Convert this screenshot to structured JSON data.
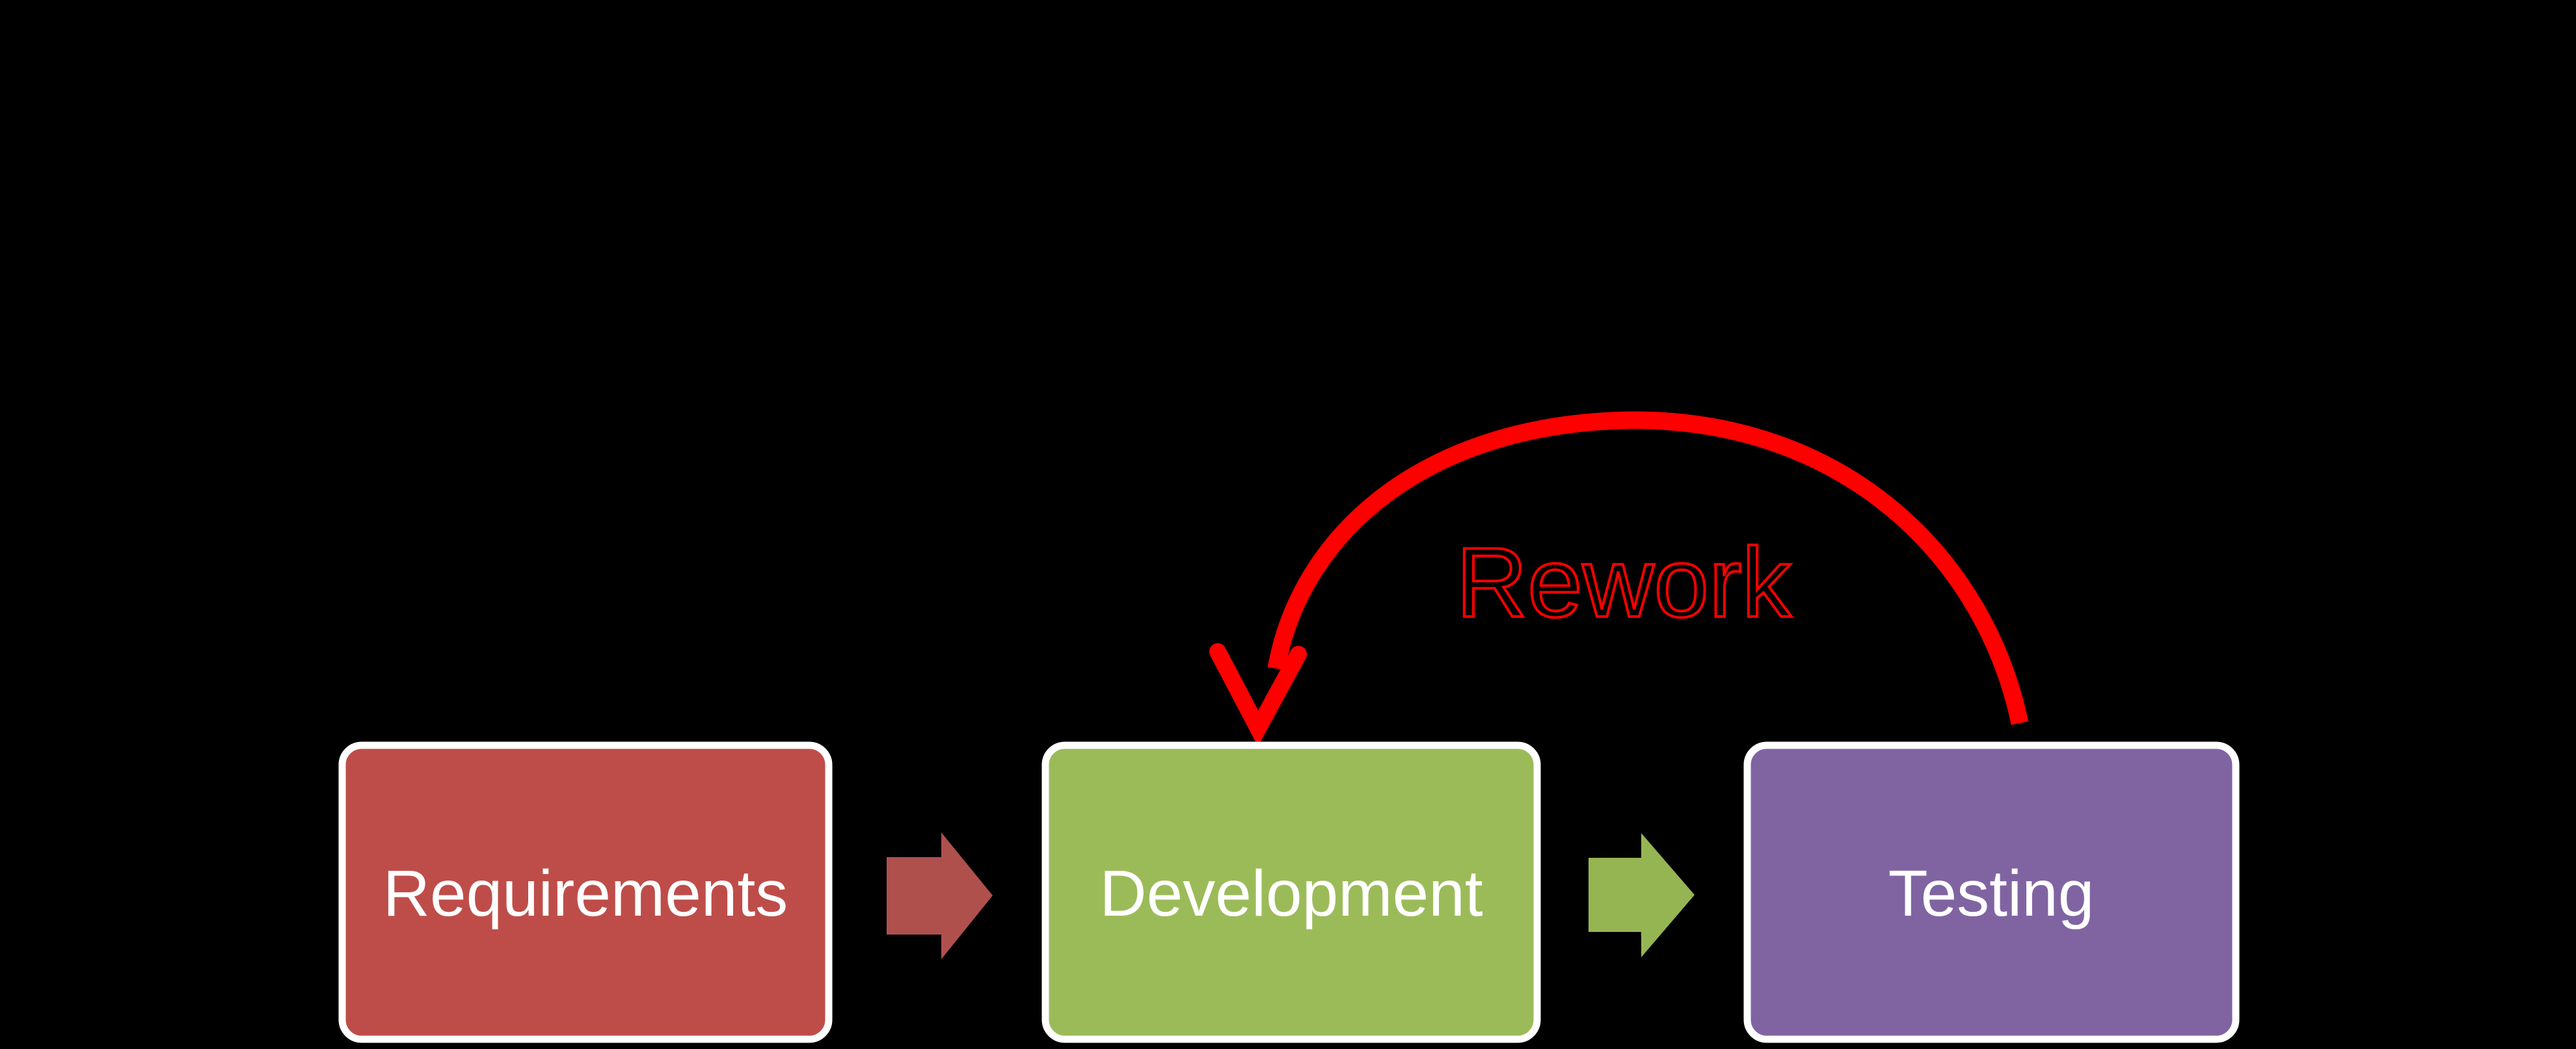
{
  "page": {
    "background": "#000000"
  },
  "diagram": {
    "border_color": "#FFFFFF",
    "label_color": "#FFFFFF",
    "nodes": [
      {
        "label": "Requirements",
        "fill": "#BE4D49"
      },
      {
        "label": "Development",
        "fill": "#9BBB59"
      },
      {
        "label": "Testing",
        "fill": "#8064A2"
      }
    ],
    "connectors": [
      {
        "name": "requirements-to-development",
        "fill": "#B0504D"
      },
      {
        "name": "development-to-testing",
        "fill": "#95B553"
      }
    ],
    "rework": {
      "label": "Rework",
      "color": "#FF0000"
    }
  }
}
